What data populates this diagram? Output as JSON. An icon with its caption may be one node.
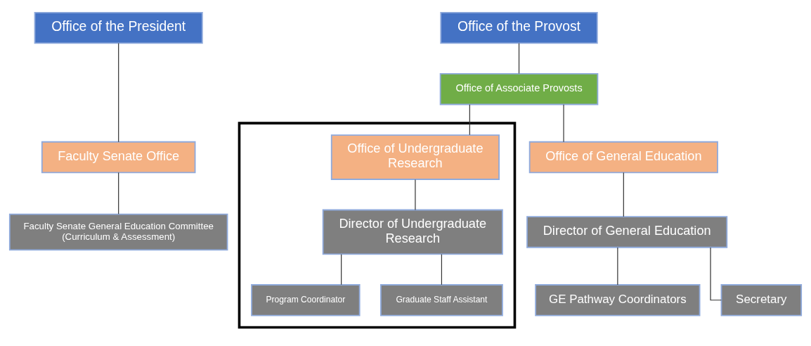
{
  "diagram": {
    "nodes": [
      {
        "text": [
          "Office of the President"
        ]
      },
      {
        "text": [
          "Faculty Senate Office"
        ]
      },
      {
        "text": [
          "Faculty Senate General Education Committee (Curriculum & Assessment)"
        ]
      },
      {
        "text": [
          "Office of the Provost"
        ]
      },
      {
        "text": [
          "Office of Associate Provosts"
        ]
      },
      {
        "text": [
          "Office of General Education"
        ]
      },
      {
        "text": [
          "Director of General Education"
        ]
      },
      {
        "text": [
          "GE Pathway Coordinators"
        ]
      },
      {
        "text": [
          "Secretary"
        ]
      },
      {
        "text": [],
        "shape": "box"
      },
      {
        "text": [
          "Office of Undergraduate Research"
        ],
        "in": 9
      },
      {
        "text": [
          "Director of Undergraduate Research"
        ],
        "in": 9
      },
      {
        "text": [
          "Program Coordinator"
        ],
        "in": 9
      },
      {
        "text": [
          "Graduate Staff Assistant"
        ],
        "in": 9
      }
    ],
    "edges": [
      {
        "from": 0,
        "to": 1,
        "arrow": "none"
      },
      {
        "from": 1,
        "to": 2,
        "arrow": "none"
      },
      {
        "from": 3,
        "to": 4,
        "arrow": "none"
      },
      {
        "from": 4,
        "to": 5,
        "arrow": "none"
      },
      {
        "from": 4,
        "to": 10,
        "arrow": "none"
      },
      {
        "from": 5,
        "to": 6,
        "arrow": "none"
      },
      {
        "from": 6,
        "to": 7,
        "arrow": "none"
      },
      {
        "from": 6,
        "to": 8,
        "arrow": "none"
      },
      {
        "from": 10,
        "to": 11,
        "arrow": "none"
      },
      {
        "from": 11,
        "to": 12,
        "arrow": "none"
      },
      {
        "from": 11,
        "to": 13,
        "arrow": "none"
      }
    ]
  }
}
